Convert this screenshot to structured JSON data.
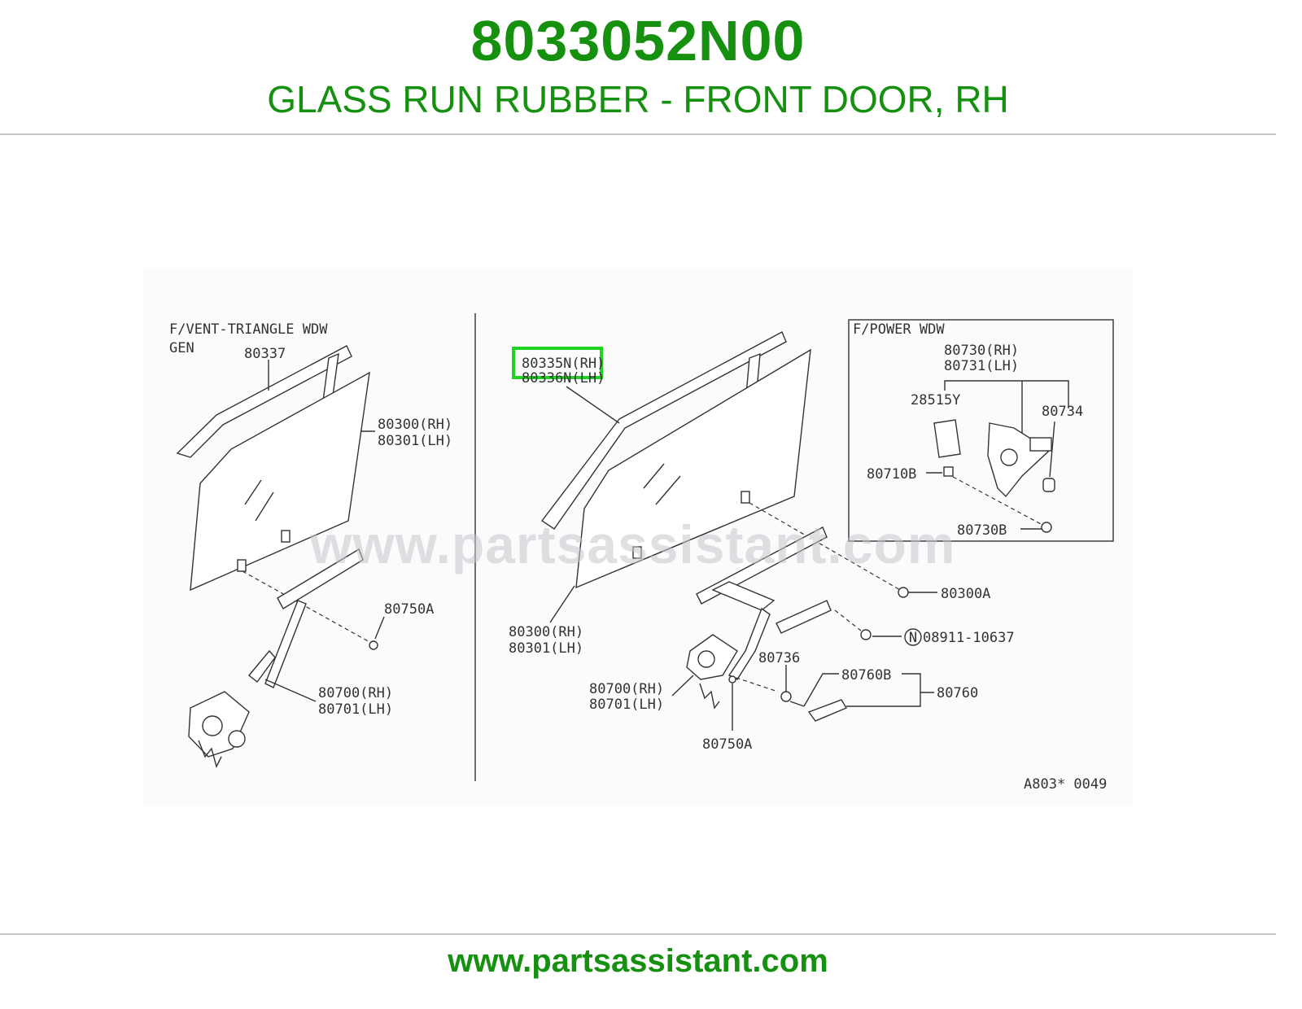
{
  "header": {
    "part_number": "8033052N00",
    "part_name": "GLASS RUN RUBBER - FRONT DOOR, RH"
  },
  "diagram": {
    "left_panel": {
      "title_line1": "F/VENT-TRIANGLE WDW",
      "title_line2": "GEN",
      "labels": {
        "p80337": "80337",
        "p80300": "80300(RH)",
        "p80301": "80301(LH)",
        "p80750a": "80750A",
        "p80700": "80700(RH)",
        "p80701": "80701(LH)"
      }
    },
    "middle_panel": {
      "labels": {
        "p80335n": "80335N(RH)",
        "p80336n": "80336N(LH)",
        "p80300": "80300(RH)",
        "p80301": "80301(LH)",
        "p80300a": "80300A",
        "p08911": "08911-10637",
        "n_mark": "N",
        "p80736": "80736",
        "p80760b": "80760B",
        "p80760": "80760",
        "p80700": "80700(RH)",
        "p80701": "80701(LH)",
        "p80750a": "80750A"
      }
    },
    "right_panel": {
      "title": "F/POWER WDW",
      "labels": {
        "p80730": "80730(RH)",
        "p80731": "80731(LH)",
        "p28515y": "28515Y",
        "p80734": "80734",
        "p80710b": "80710B",
        "p80730b": "80730B"
      }
    },
    "figure_code": "A803* 0049",
    "watermark": "www.partsassistant.com",
    "highlight_color": "#1fd41f"
  },
  "footer": {
    "url": "www.partsassistant.com"
  },
  "colors": {
    "brand_green": "#15900f",
    "rule_gray": "#c8c8c8"
  }
}
